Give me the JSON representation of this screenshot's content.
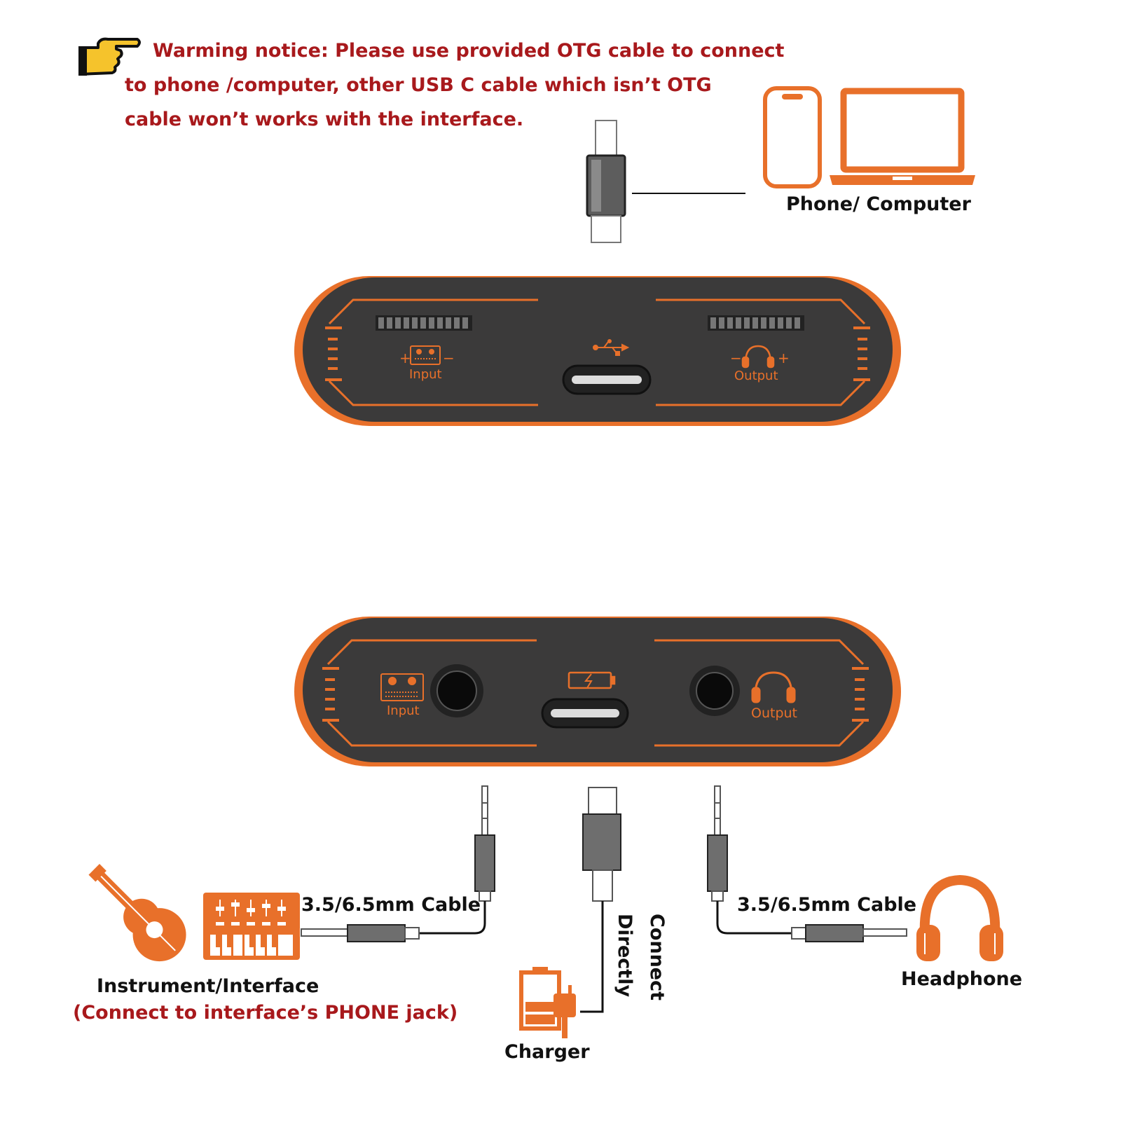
{
  "warning": {
    "line1": "Warming notice: Please use provided OTG cable to connect",
    "line2": "to phone /computer, other USB C cable which isn’t OTG",
    "line3": "cable won’t works with the interface."
  },
  "top_device": {
    "input_label": "Input",
    "output_label": "Output",
    "plus": "+",
    "minus": "−"
  },
  "bottom_device": {
    "input_label": "Input",
    "output_label": "Output"
  },
  "labels": {
    "phone_computer": "Phone/ Computer",
    "cable_left": "3.5/6.5mm Cable",
    "cable_right": "3.5/6.5mm Cable",
    "connect": "Connect",
    "directly": "Directly",
    "charger": "Charger",
    "instrument": "Instrument/Interface",
    "instrument_note": "(Connect to interface’s PHONE jack)",
    "headphone": "Headphone"
  },
  "colors": {
    "accent": "#e8702a",
    "device_body": "#3b3a3a",
    "warning_text": "#a8191c",
    "plug_metal": "#6e6e6e"
  },
  "icons": [
    "pointing-hand-icon",
    "phone-icon",
    "laptop-icon",
    "usb-icon",
    "battery-icon",
    "guitar-icon",
    "mixer-icon",
    "charger-icon",
    "headphone-icon"
  ]
}
